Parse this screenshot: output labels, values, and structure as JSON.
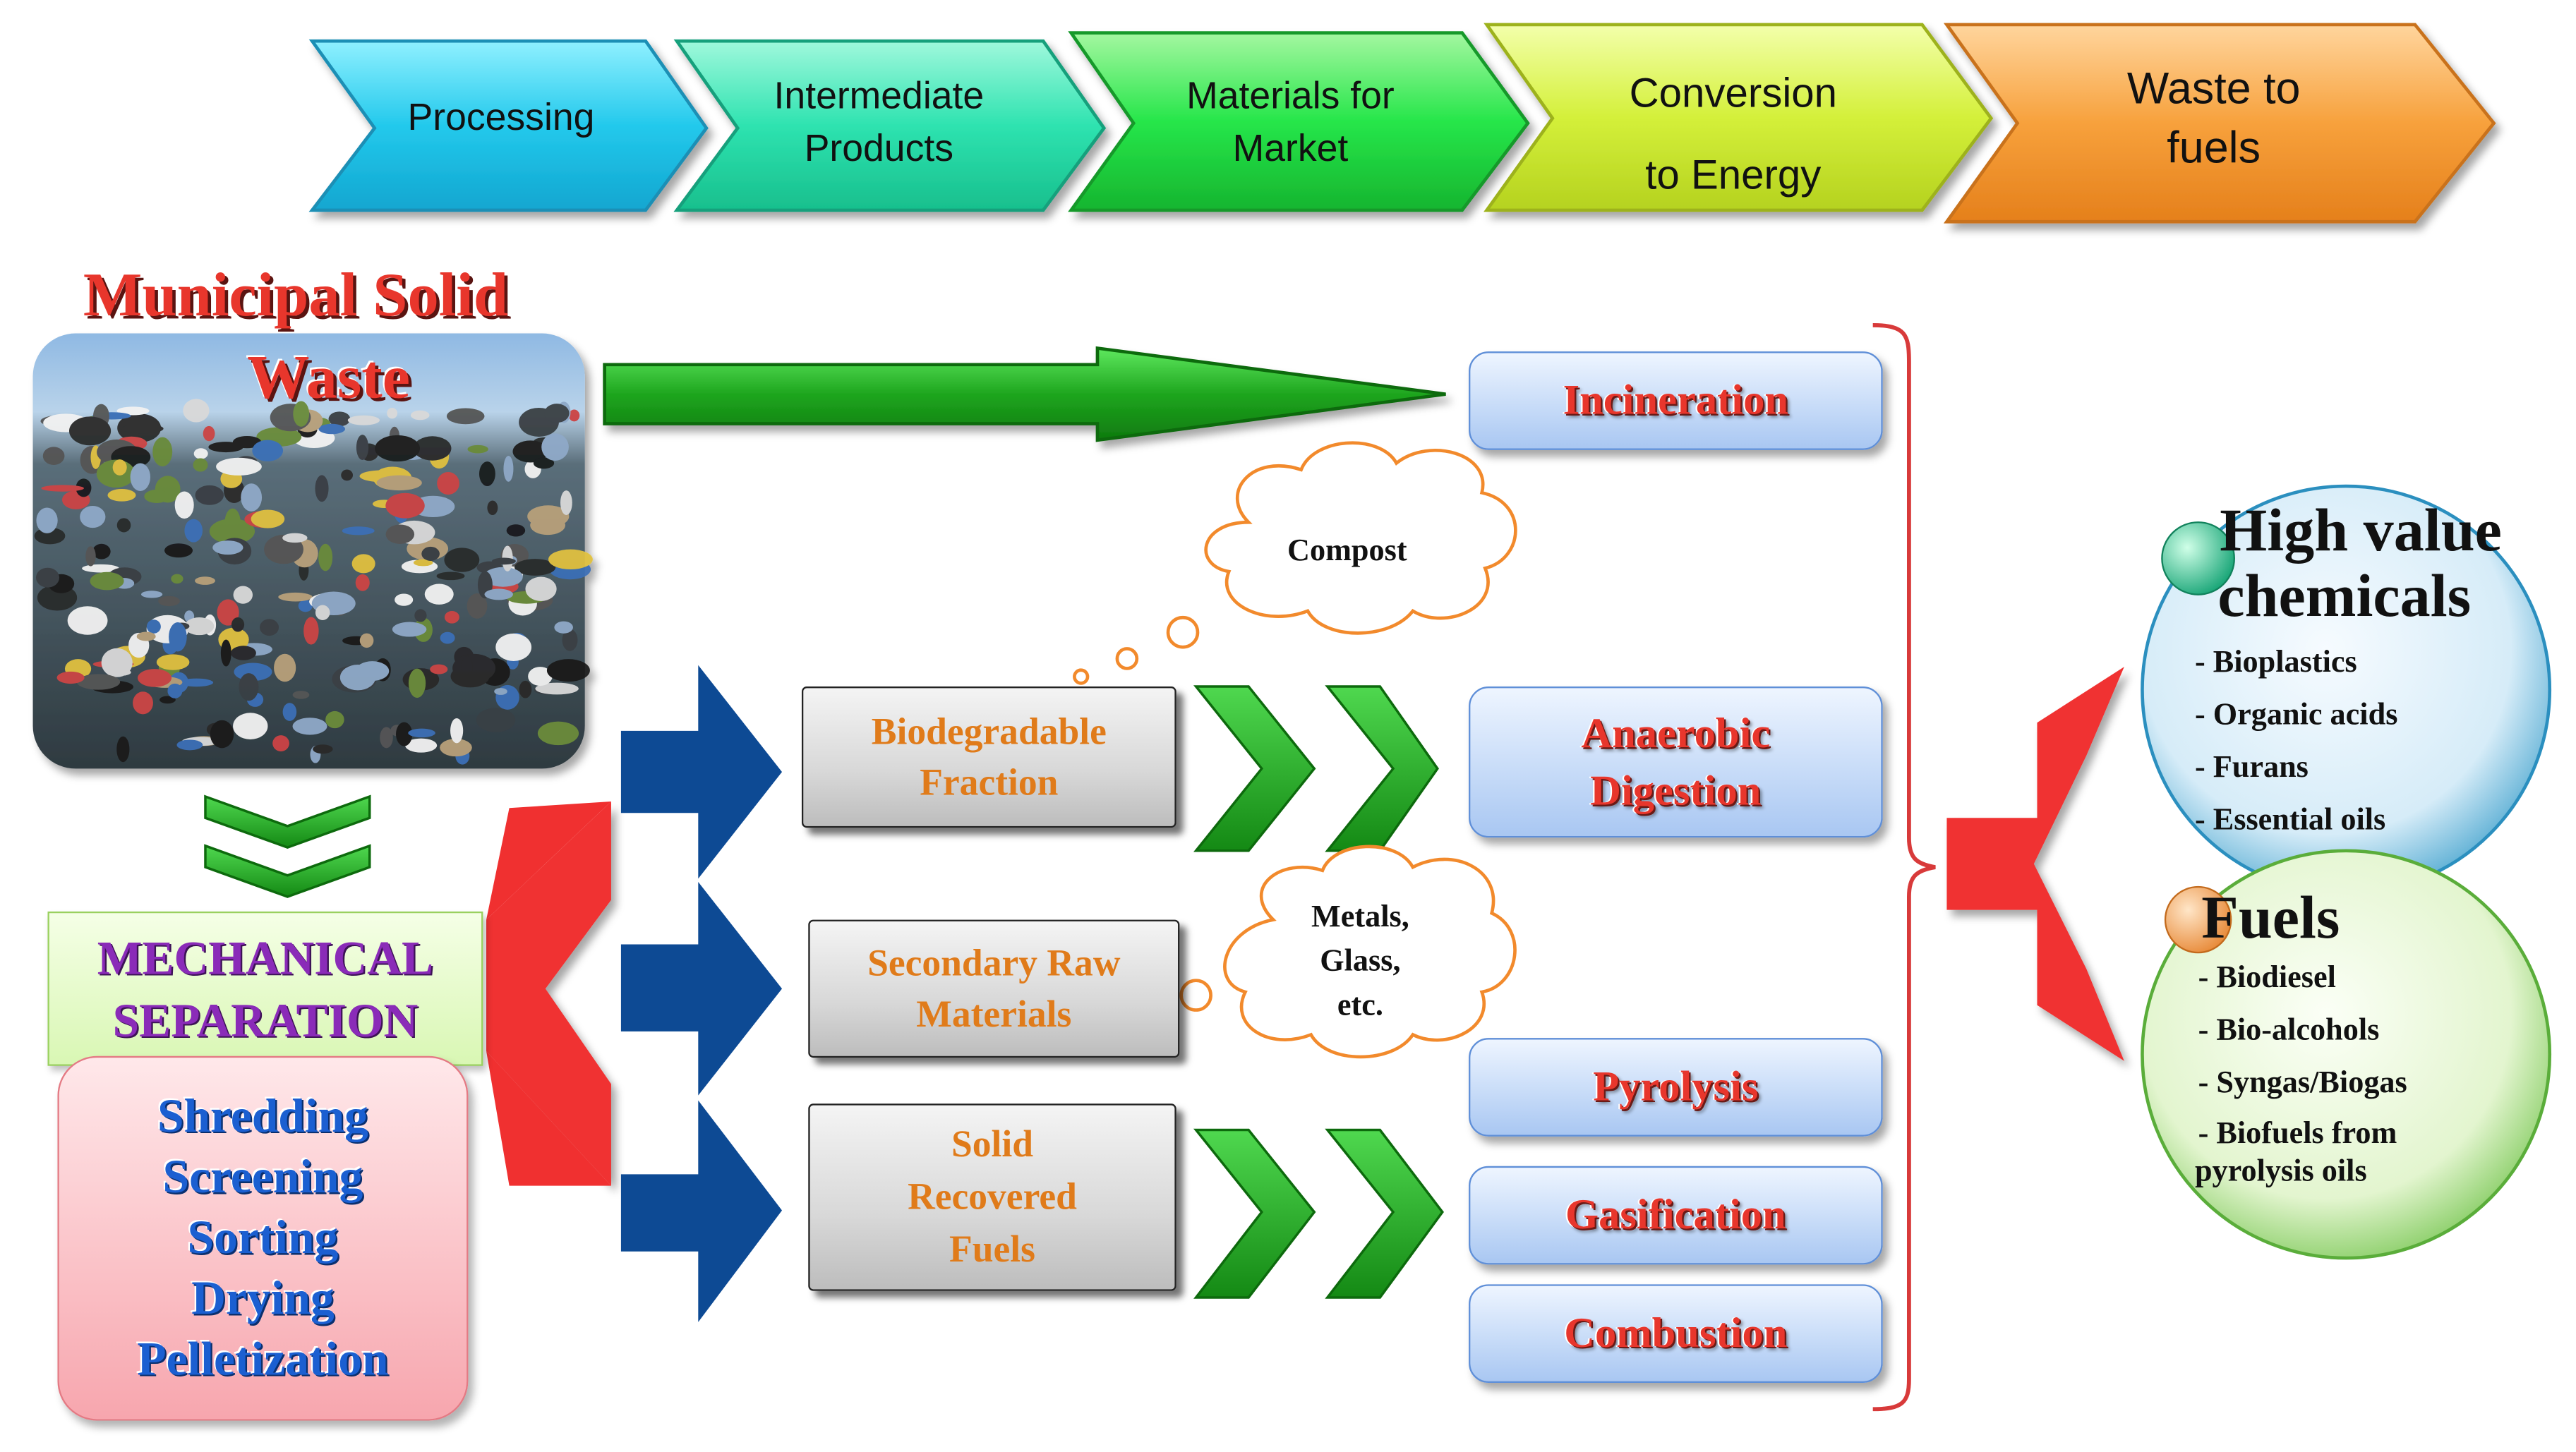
{
  "steps": [
    {
      "label": "Processing",
      "color": "#23c9ec"
    },
    {
      "label": "Intermediate Products",
      "color": "#2ee3b0"
    },
    {
      "label": "Materials for Market",
      "color": "#26e64a"
    },
    {
      "label": "Conversion to Energy",
      "color": "#d4f03a"
    },
    {
      "label": "Waste to fuels",
      "color": "#f7a13c"
    }
  ],
  "msw": {
    "title_line1": "Municipal Solid",
    "title_line2": "Waste",
    "image": "landfill-waste-photo"
  },
  "mechanical": {
    "line1": "MECHANICAL",
    "line2": "SEPARATION"
  },
  "operations": [
    "Shredding",
    "Screening",
    "Sorting",
    "Drying",
    "Pelletization"
  ],
  "fractions": {
    "biodegradable": [
      "Biodegradable",
      "Fraction"
    ],
    "secondary": [
      "Secondary Raw",
      "Materials"
    ],
    "srf": [
      "Solid",
      "Recovered",
      "Fuels"
    ]
  },
  "clouds": {
    "compost": "Compost",
    "metals": [
      "Metals,",
      "Glass,",
      "etc."
    ]
  },
  "processes": {
    "incineration": "Incineration",
    "anaerobic": [
      "Anaerobic",
      "Digestion"
    ],
    "pyrolysis": "Pyrolysis",
    "gasification": "Gasification",
    "combustion": "Combustion"
  },
  "chemicals": {
    "title_line1": "High value",
    "title_line2": "chemicals",
    "items": [
      "- Bioplastics",
      "- Organic acids",
      "- Furans",
      "- Essential oils"
    ]
  },
  "fuels": {
    "title": "Fuels",
    "items": [
      "- Biodiesel",
      "- Bio-alcohols",
      "- Syngas/Biogas",
      "- Biofuels from",
      "pyrolysis  oils"
    ]
  },
  "colors": {
    "arrow_green": "#1ea61e",
    "arrow_blue": "#0d4a94",
    "arrow_red": "#f03030",
    "process_text": "#e8362c",
    "fraction_text": "#e07b1a",
    "operation_text": "#1b5fd1",
    "mechanical_text": "#8a2bb8"
  }
}
